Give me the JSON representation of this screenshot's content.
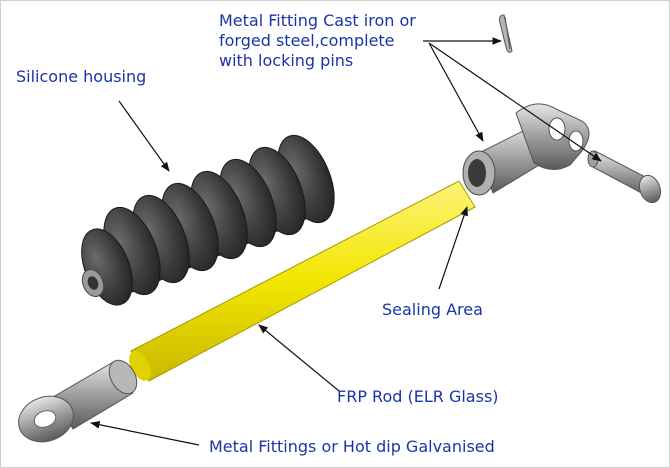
{
  "labels": {
    "metal_fitting_top": [
      "Metal Fitting Cast iron or",
      "forged steel,complete",
      "with locking pins"
    ],
    "silicone_housing": "Silicone housing",
    "sealing_area": "Sealing Area",
    "frp_rod": "FRP Rod (ELR Glass)",
    "metal_fitting_bottom": "Metal Fittings or Hot dip Galvanised"
  },
  "colors": {
    "label_text": "#1a35a8",
    "rod": "#f2e600",
    "metal": "#8c8c8c",
    "housing": "#3c3c3c"
  }
}
